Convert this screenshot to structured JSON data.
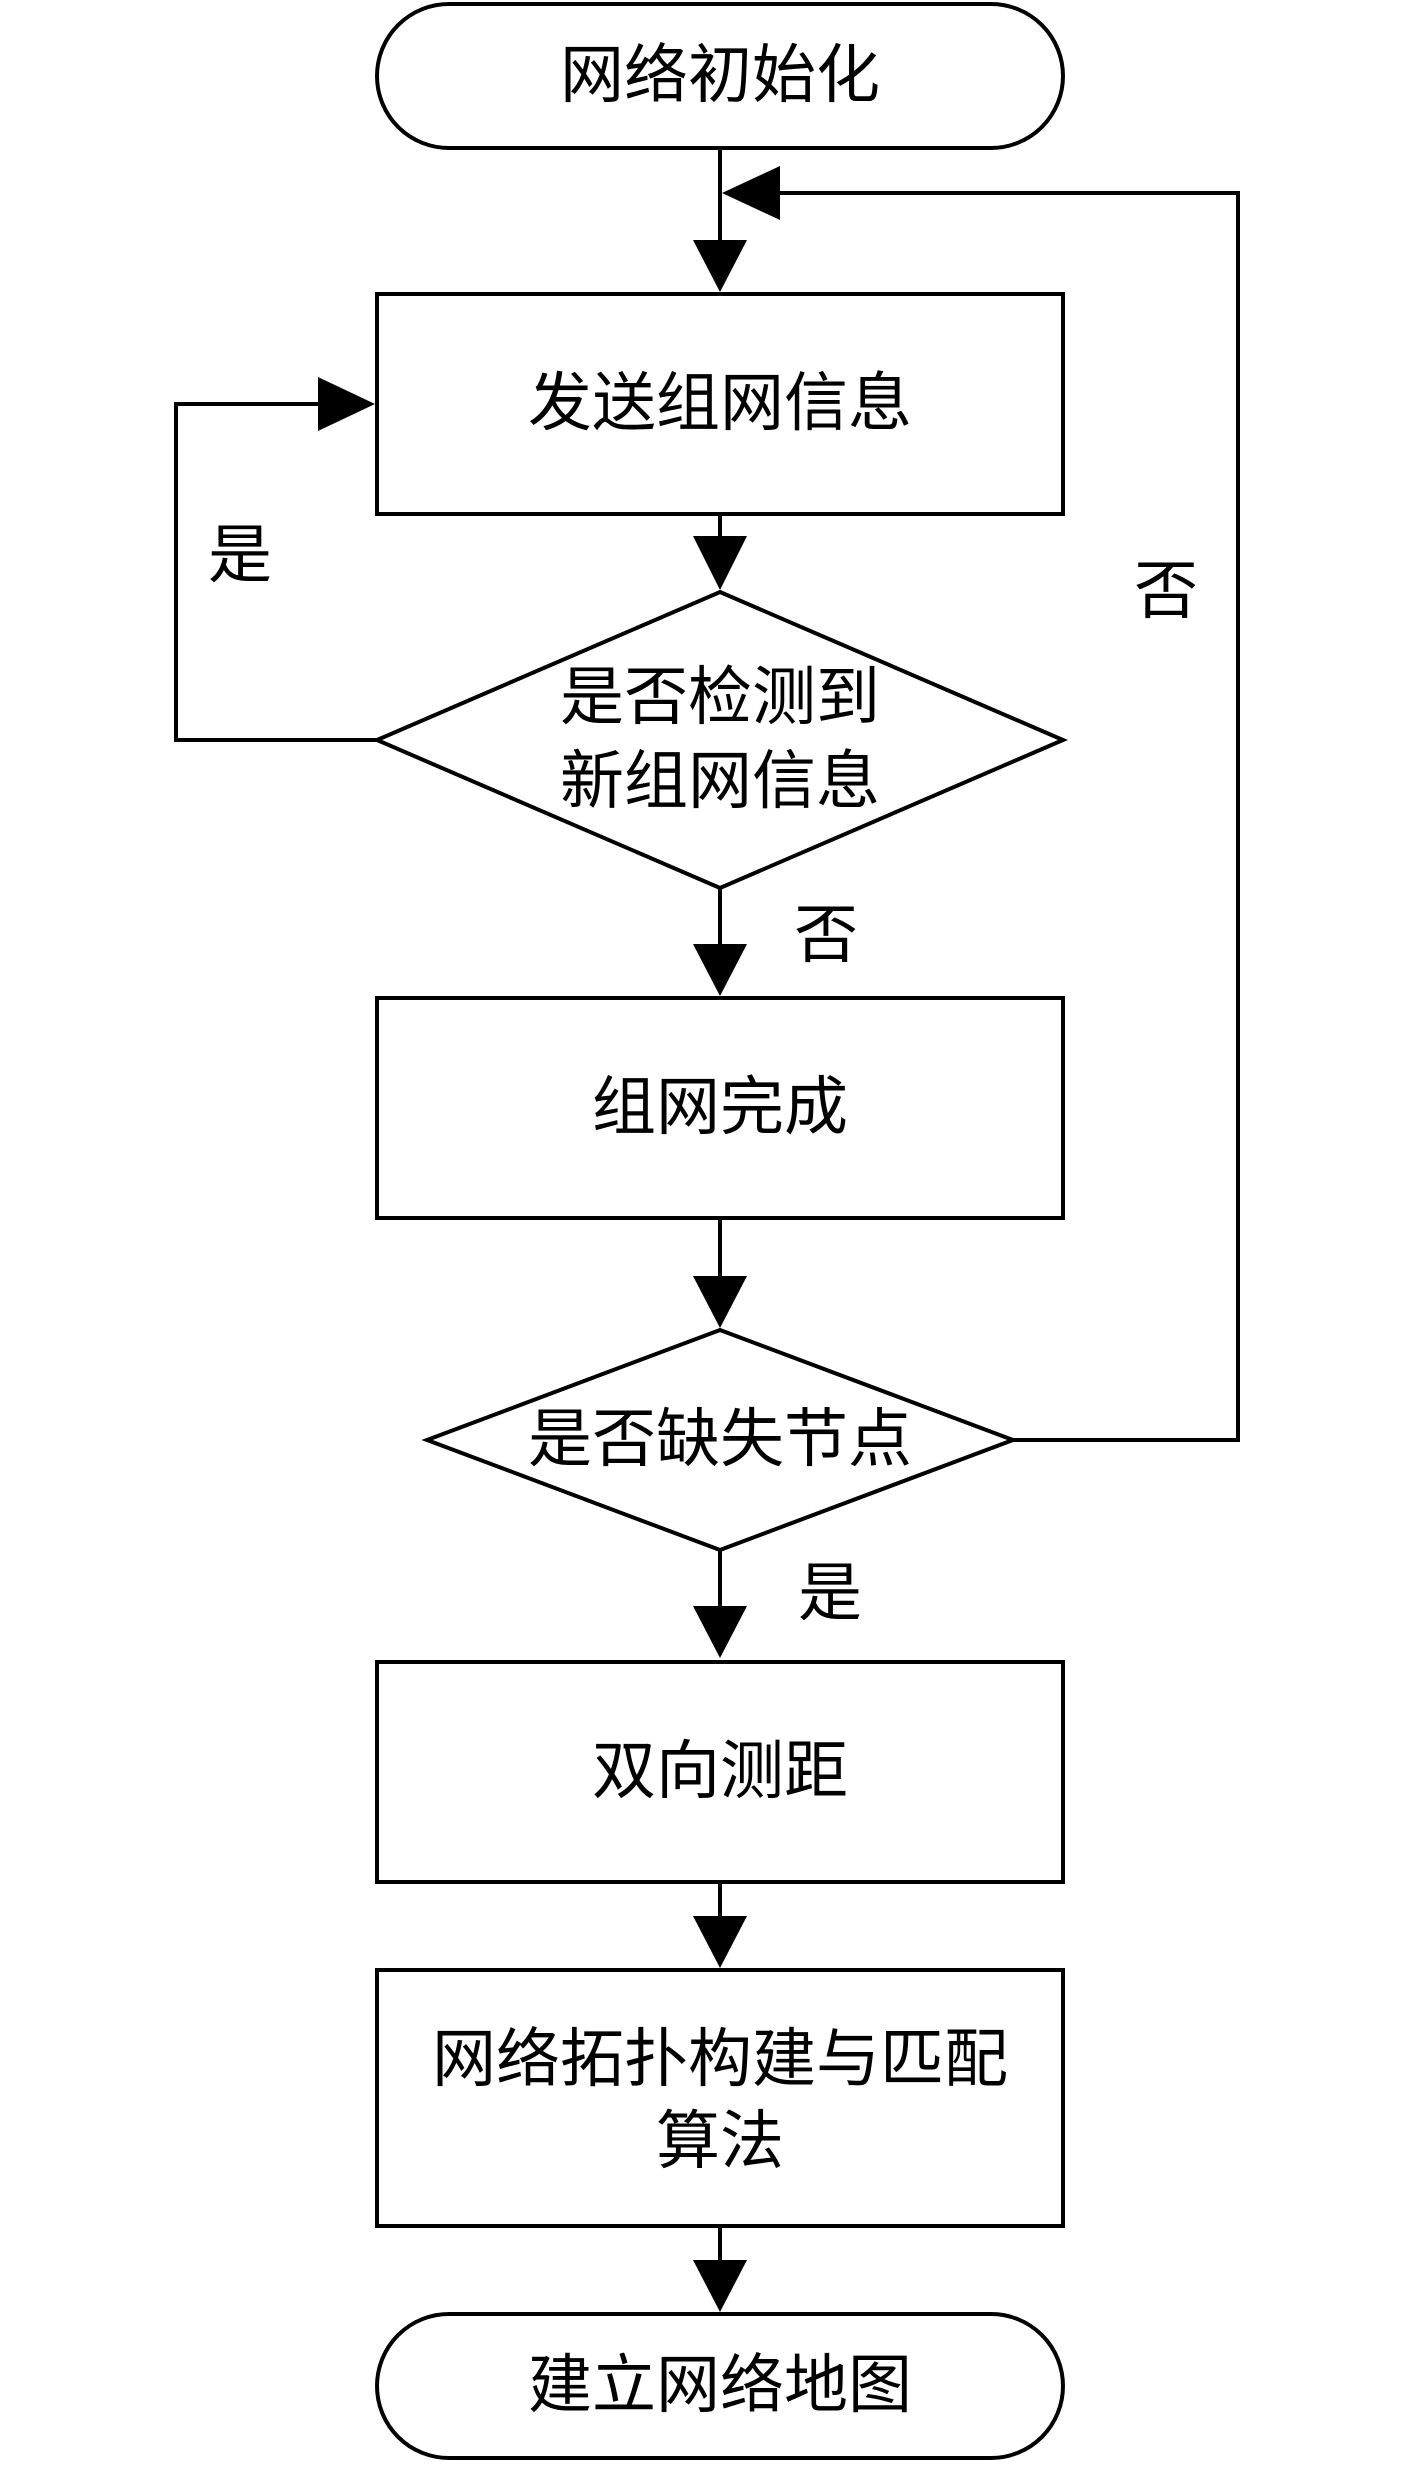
{
  "nodes": {
    "start": "网络初始化",
    "send": "发送组网信息",
    "check_new_1": "是否检测到",
    "check_new_2": "新组网信息",
    "complete": "组网完成",
    "check_missing": "是否缺失节点",
    "ranging": "双向测距",
    "topology_1": "网络拓扑构建与匹配",
    "topology_2": "算法",
    "end": "建立网络地图"
  },
  "edges": {
    "new_info_yes": "是",
    "new_info_no": "否",
    "missing_no": "否",
    "missing_yes": "是"
  }
}
